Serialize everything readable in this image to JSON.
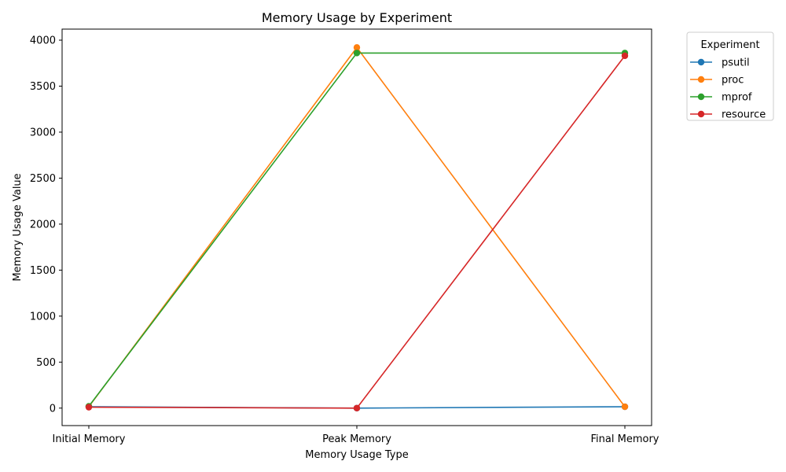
{
  "chart_data": {
    "type": "line",
    "title": "Memory Usage by Experiment",
    "xlabel": "Memory Usage Type",
    "ylabel": "Memory Usage Value",
    "categories": [
      "Initial Memory",
      "Peak Memory",
      "Final Memory"
    ],
    "ylim": [
      -190,
      4120
    ],
    "yticks": [
      0,
      500,
      1000,
      1500,
      2000,
      2500,
      3000,
      3500,
      4000
    ],
    "legend_title": "Experiment",
    "legend_position": "outside-top-right",
    "grid": false,
    "series": [
      {
        "name": "psutil",
        "color": "#1f77b4",
        "values": [
          15,
          0,
          15
        ]
      },
      {
        "name": "proc",
        "color": "#ff7f0e",
        "values": [
          15,
          3920,
          15
        ]
      },
      {
        "name": "mprof",
        "color": "#2ca02c",
        "values": [
          20,
          3860,
          3860
        ]
      },
      {
        "name": "resource",
        "color": "#d62728",
        "values": [
          10,
          0,
          3830
        ]
      }
    ]
  }
}
